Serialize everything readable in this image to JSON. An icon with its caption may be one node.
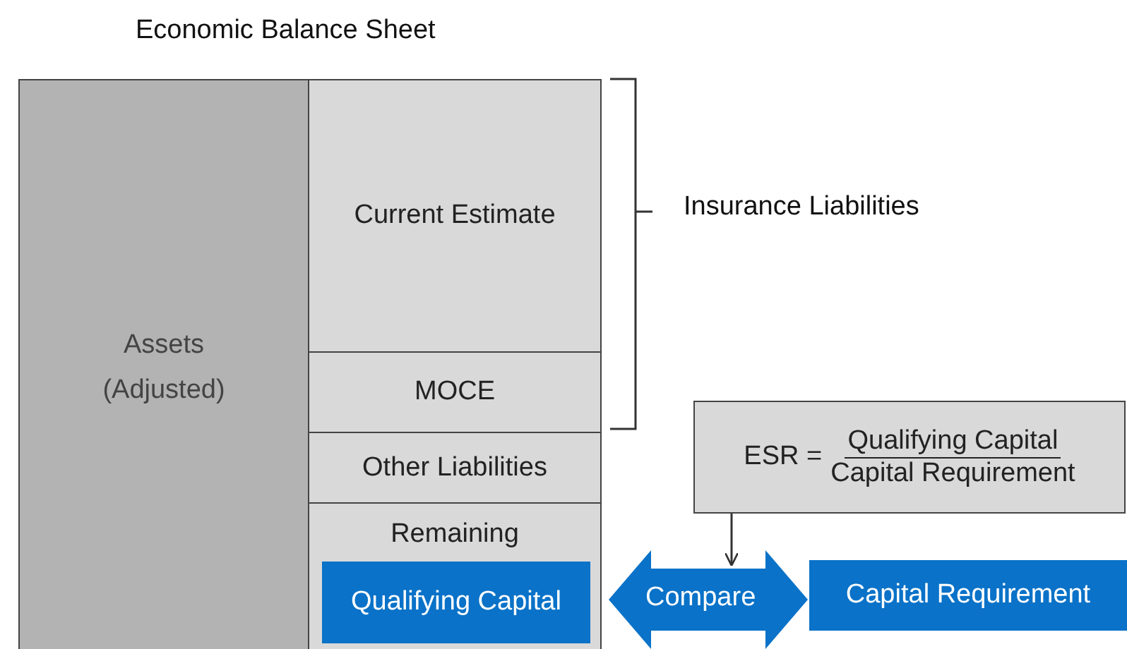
{
  "diagram": {
    "title": "Economic Balance Sheet",
    "nodes": [
      {
        "text": [
          "Assets (Adjusted)"
        ]
      },
      {
        "text": [
          "Current Estimate"
        ]
      },
      {
        "text": [
          "MOCE"
        ]
      },
      {
        "text": [
          "Other Liabilities"
        ]
      },
      {
        "text": [
          "Remaining"
        ]
      },
      {
        "text": [
          "Qualifying Capital"
        ],
        "in": 4
      },
      {
        "text": [
          "ESR =",
          "Qualifying Capital",
          "Capital Requirement"
        ]
      },
      {
        "text": [
          "Capital Requirement"
        ]
      }
    ],
    "edges": [
      {
        "from": 5,
        "to": 7,
        "arrow": "both",
        "label": "Compare",
        "style": "thick"
      },
      {
        "from": 6,
        "to": null,
        "arrow": "to"
      }
    ],
    "labels": [
      "Insurance Liabilities"
    ]
  }
}
